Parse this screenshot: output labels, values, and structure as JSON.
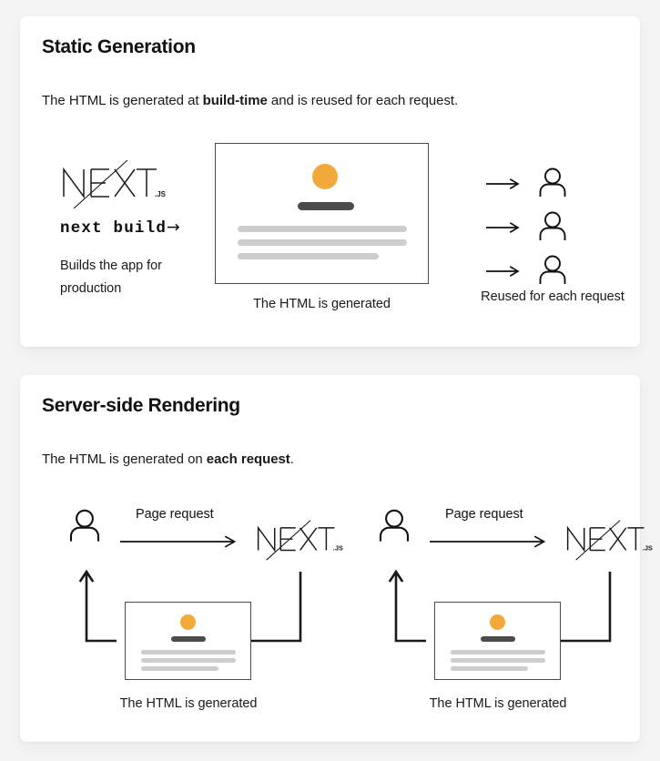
{
  "theme": {
    "page_bg": "#f4f4f4",
    "card_bg": "#ffffff",
    "accent_orange": "#F2A93B",
    "bar_dark": "#4b4b4b",
    "line_gray": "#cdcdcd",
    "stroke": "#1a1a1a",
    "text": "#1a1a1a"
  },
  "cards": [
    {
      "id": "static-generation",
      "title": "Static Generation",
      "subtitle": {
        "before": "The HTML is generated at ",
        "bold": "build-time",
        "after": " and is reused for each request."
      },
      "brand": "NEXT",
      "brand_suffix": ".JS",
      "command": "next build",
      "command_arrow": "→",
      "note": "Builds the app for production",
      "mock_caption": "The HTML is generated",
      "fanout_caption": "Reused for each request",
      "fanout_arrow": "→",
      "fanout_count": 3
    },
    {
      "id": "server-side-rendering",
      "title": "Server-side Rendering",
      "subtitle": {
        "before": "The HTML is generated on ",
        "bold": "each request",
        "after": "."
      },
      "flows": [
        {
          "request_label": "Page request",
          "brand": "NEXT",
          "brand_suffix": ".JS",
          "mock_caption": "The HTML is generated"
        },
        {
          "request_label": "Page request",
          "brand": "NEXT",
          "brand_suffix": ".JS",
          "mock_caption": "The HTML is generated"
        }
      ]
    }
  ]
}
